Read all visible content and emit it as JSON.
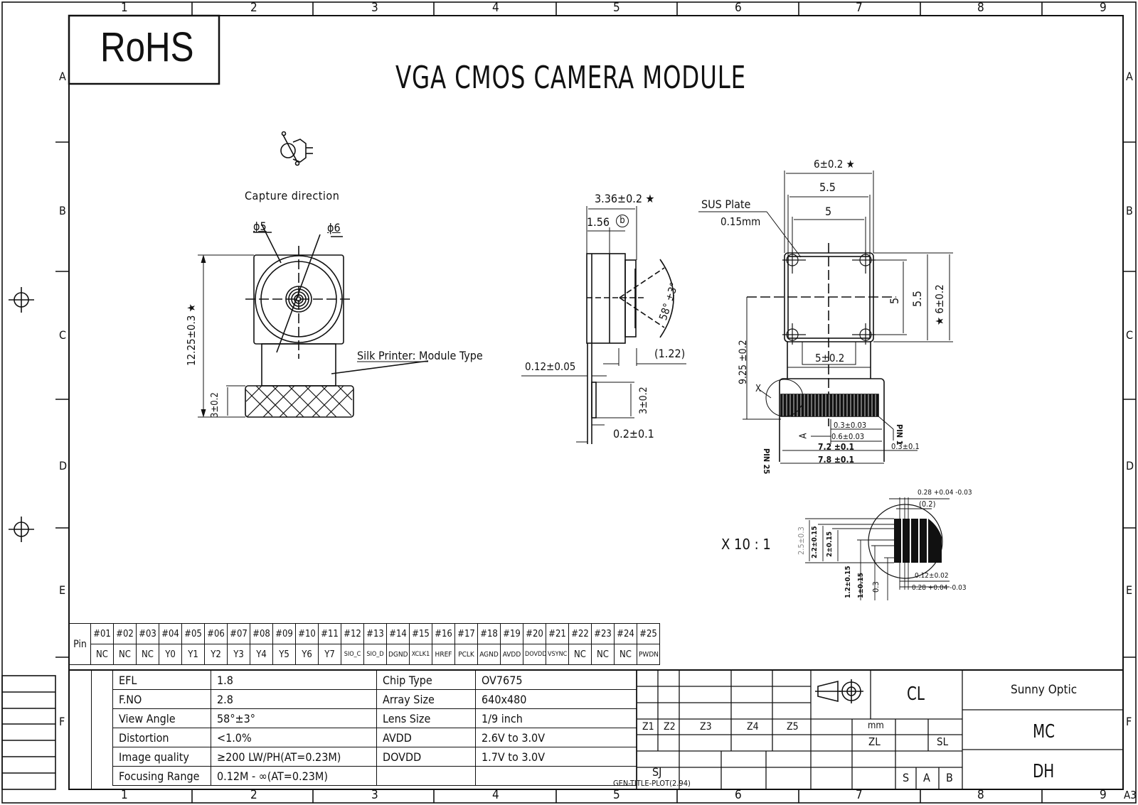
{
  "sheet": {
    "size": "A3",
    "columns": [
      "1",
      "2",
      "3",
      "4",
      "5",
      "6",
      "7",
      "8",
      "9"
    ],
    "rows": [
      "A",
      "B",
      "C",
      "D",
      "E",
      "F"
    ]
  },
  "rohs_label": "RoHS",
  "title": "VGA CMOS CAMERA MODULE",
  "front_view": {
    "capture_label": "Capture direction",
    "dia_inner": "ϕ5",
    "dia_outer": "ϕ6",
    "height_dim": "12.25±0.3 ★",
    "connector_dim": "3±0.2",
    "silk_label": "Silk Printer: Module Type"
  },
  "side_view": {
    "total_depth": "3.36±0.2 ★",
    "lens_depth": "1.56",
    "lens_note": "b",
    "view_angle": "58° ±3°",
    "offset": "(1.22)",
    "fpc_thickness": "0.12±0.05",
    "stiffener_height": "3±0.2",
    "stiffener_thickness": "0.2±0.1"
  },
  "top_view": {
    "sus_label": "SUS Plate",
    "sus_thickness": "0.15mm",
    "width_outer": "6±0.2 ★",
    "width_mid": "5.5",
    "width_inner": "5",
    "height_inner": "5",
    "height_mid": "5.5",
    "height_outer": "★ 6±0.2",
    "neck_width": "5±0.2",
    "center_to_pin": "9.25 ±0.2",
    "detail_ref": "X",
    "pin25_label": "PIN 25",
    "pin1_label": "PIN 1",
    "pitch": "0.3±0.03",
    "pitch2": "0.6±0.03",
    "view_arrow": "A",
    "pins_span": "7.2 ±0.1",
    "fpc_width": "7.8 ±0.1",
    "edge_offset": "0.3±0.1"
  },
  "detail_view": {
    "scale": "X 10 : 1",
    "dims": [
      "2.5±0.3",
      "2.2±0.15",
      "2±0.15",
      "1.2±0.15",
      "1±0.15",
      "0.3"
    ],
    "top_dims": [
      "0.28 +0.04 -0.03",
      "(0.2)"
    ],
    "bottom_dims": [
      "0.12±0.02",
      "0.28 +0.04 -0.03"
    ]
  },
  "pin_table": {
    "header_label": "Pin",
    "pins": [
      {
        "num": "#01",
        "sig": "NC"
      },
      {
        "num": "#02",
        "sig": "NC"
      },
      {
        "num": "#03",
        "sig": "NC"
      },
      {
        "num": "#04",
        "sig": "Y0"
      },
      {
        "num": "#05",
        "sig": "Y1"
      },
      {
        "num": "#06",
        "sig": "Y2"
      },
      {
        "num": "#07",
        "sig": "Y3"
      },
      {
        "num": "#08",
        "sig": "Y4"
      },
      {
        "num": "#09",
        "sig": "Y5"
      },
      {
        "num": "#10",
        "sig": "Y6"
      },
      {
        "num": "#11",
        "sig": "Y7"
      },
      {
        "num": "#12",
        "sig": "SIO_C"
      },
      {
        "num": "#13",
        "sig": "SIO_D"
      },
      {
        "num": "#14",
        "sig": "DGND"
      },
      {
        "num": "#15",
        "sig": "XCLK1"
      },
      {
        "num": "#16",
        "sig": "HREF"
      },
      {
        "num": "#17",
        "sig": "PCLK"
      },
      {
        "num": "#18",
        "sig": "AGND"
      },
      {
        "num": "#19",
        "sig": "AVDD"
      },
      {
        "num": "#20",
        "sig": "DOVDD"
      },
      {
        "num": "#21",
        "sig": "VSYNC"
      },
      {
        "num": "#22",
        "sig": "NC"
      },
      {
        "num": "#23",
        "sig": "NC"
      },
      {
        "num": "#24",
        "sig": "NC"
      },
      {
        "num": "#25",
        "sig": "PWDN"
      }
    ]
  },
  "spec_table": {
    "rows": [
      {
        "k1": "EFL",
        "v1": "1.8",
        "k2": "Chip Type",
        "v2": "OV7675"
      },
      {
        "k1": "F.NO",
        "v1": "2.8",
        "k2": "Array Size",
        "v2": "640x480"
      },
      {
        "k1": "View Angle",
        "v1": "58°±3°",
        "k2": "Lens Size",
        "v2": "1/9 inch"
      },
      {
        "k1": "Distortion",
        "v1": "<1.0%",
        "k2": "AVDD",
        "v2": "2.6V to 3.0V"
      },
      {
        "k1": "Image quality",
        "v1": "≥200 LW/PH(AT=0.23M)",
        "k2": "DOVDD",
        "v2": "1.7V to 3.0V"
      },
      {
        "k1": "Focusing Range",
        "v1": "0.12M - ∞(AT=0.23M)",
        "k2": "",
        "v2": ""
      }
    ]
  },
  "title_block": {
    "zones": [
      "Z1",
      "Z2",
      "Z3",
      "Z4",
      "Z5"
    ],
    "unit": "mm",
    "zl": "ZL",
    "sl": "SL",
    "cl": "CL",
    "sj": "SJ",
    "plot_tag": "GEN-TITLE-PLOT(2.94)",
    "s": "S",
    "a": "A",
    "b": "B",
    "company": "Sunny Optic",
    "mc": "MC",
    "dh": "DH",
    "sheet_size": "A3"
  }
}
